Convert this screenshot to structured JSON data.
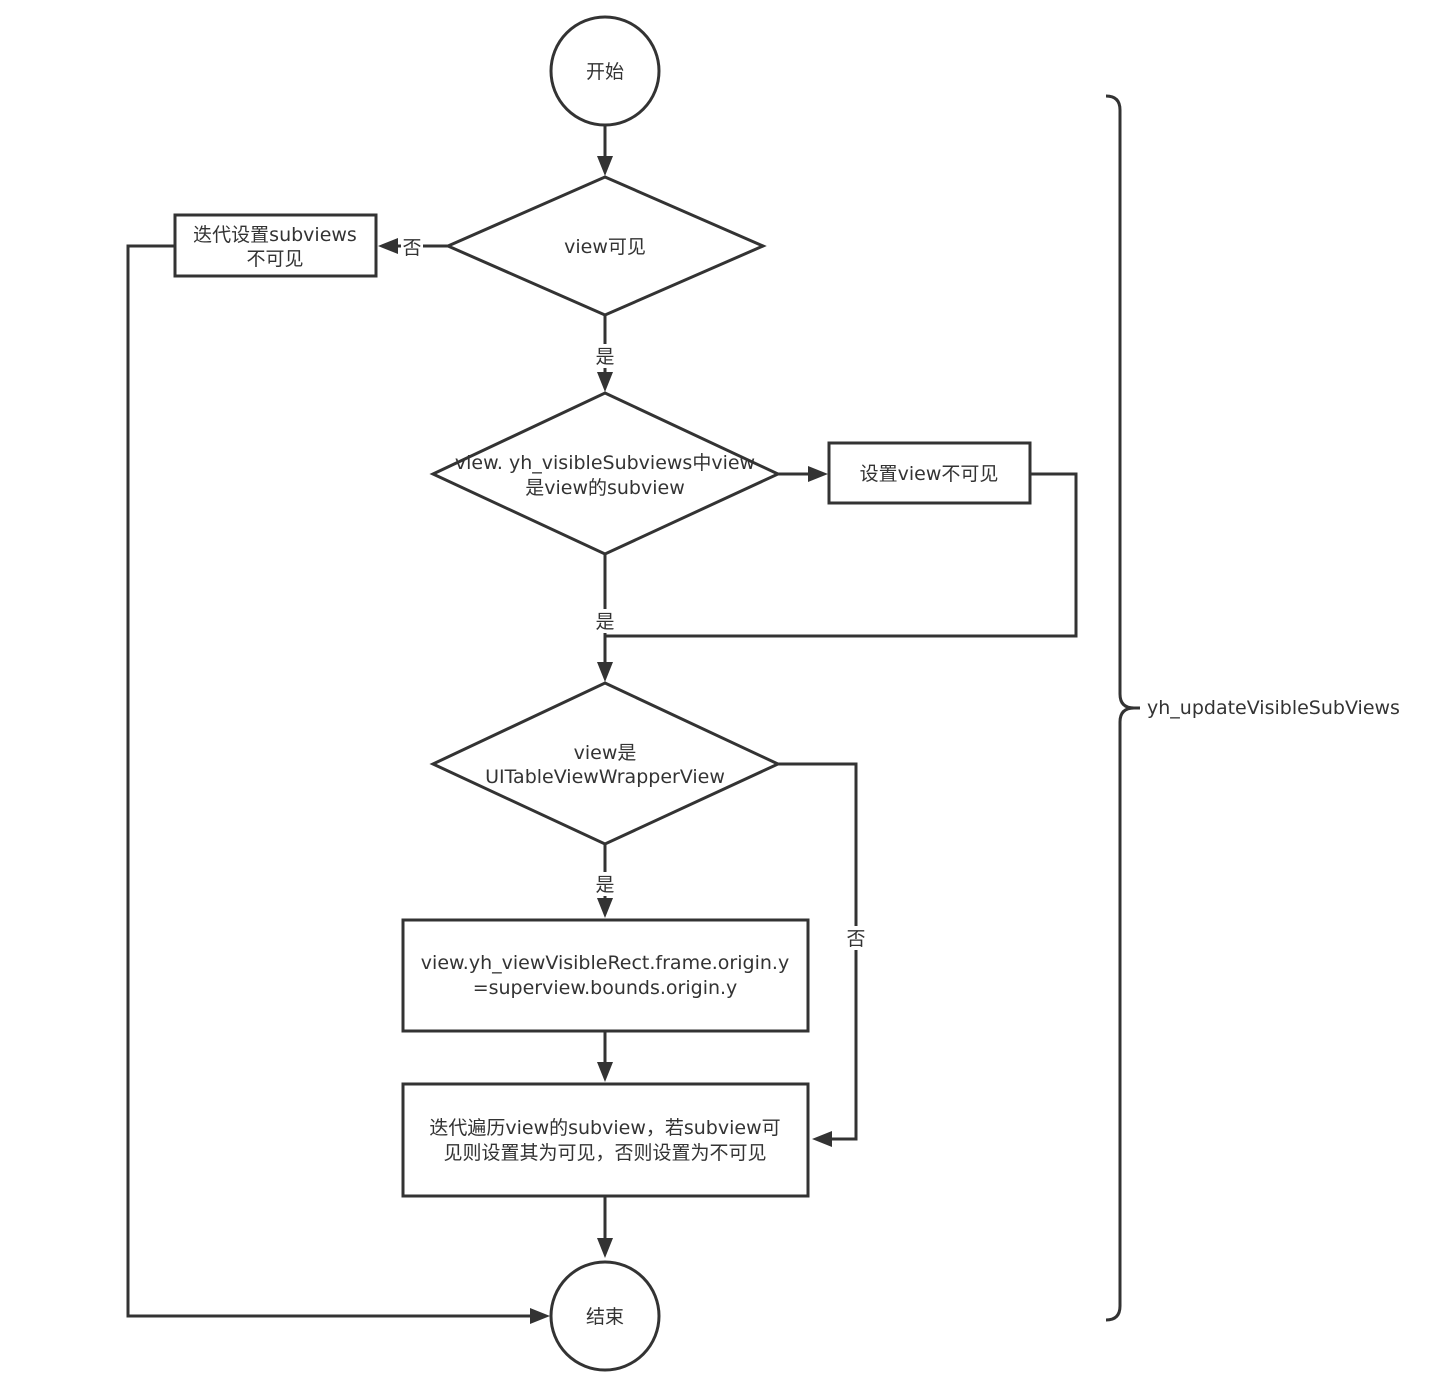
{
  "nodes": {
    "start": "开始",
    "end": "结束",
    "d1": "view可见",
    "d2": [
      "view. yh_visibleSubviews中view",
      "是view的subview"
    ],
    "d3": [
      "view是",
      "UITableViewWrapperView"
    ],
    "r_left": [
      "迭代设置subviews",
      "不可见"
    ],
    "r_set": "设置view不可见",
    "r_rect": [
      "view.yh_viewVisibleRect.frame.origin.y",
      "=superview.bounds.origin.y"
    ],
    "r_iter": [
      "迭代遍历view的subview，若subview可",
      "见则设置其为可见，否则设置为不可见"
    ]
  },
  "edge_labels": {
    "no": "否",
    "yes": "是"
  },
  "brace_label": "yh_updateVisibleSubViews"
}
